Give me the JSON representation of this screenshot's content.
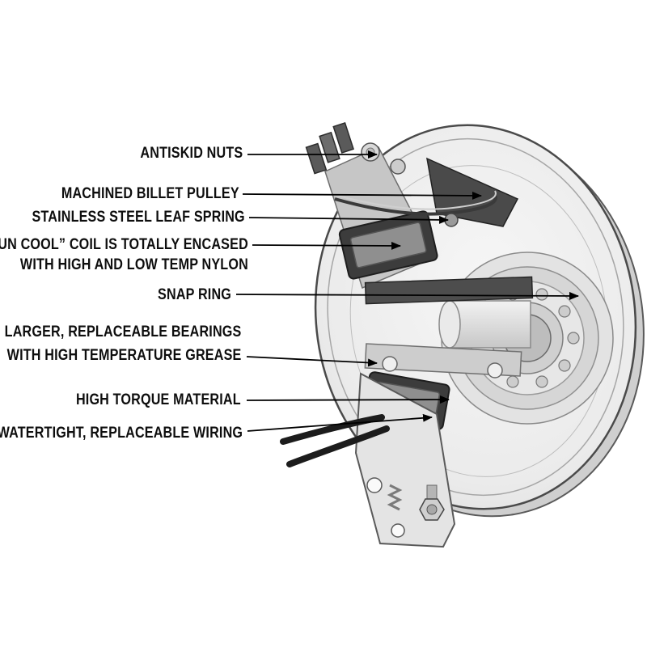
{
  "colors": {
    "background": "#ffffff",
    "ink": "#0e0e0e",
    "arrow": "#000000",
    "metal_light": "#ececec",
    "metal_dark": "#3c3c3c"
  },
  "diagram": {
    "subject": "pto-clutch-cutaway",
    "labels": [
      {
        "id": "antiskid-nuts",
        "lines": [
          "ANTISKID NUTS"
        ]
      },
      {
        "id": "machined-billet-pulley",
        "lines": [
          "MACHINED BILLET PULLEY"
        ]
      },
      {
        "id": "stainless-steel-leaf-spring",
        "lines": [
          "STAINLESS STEEL LEAF SPRING"
        ]
      },
      {
        "id": "run-cool-coil",
        "lines": [
          "“RUN COOL” COIL IS TOTALLY ENCASED",
          "WITH HIGH AND LOW TEMP NYLON"
        ]
      },
      {
        "id": "snap-ring",
        "lines": [
          "SNAP RING"
        ]
      },
      {
        "id": "replaceable-bearings",
        "lines": [
          "LARGER, REPLACEABLE BEARINGS",
          "WITH HIGH TEMPERATURE GREASE"
        ]
      },
      {
        "id": "high-torque-material",
        "lines": [
          "HIGH TORQUE MATERIAL"
        ]
      },
      {
        "id": "watertight-wiring",
        "lines": [
          "WATERTIGHT, REPLACEABLE WIRING"
        ]
      }
    ]
  }
}
